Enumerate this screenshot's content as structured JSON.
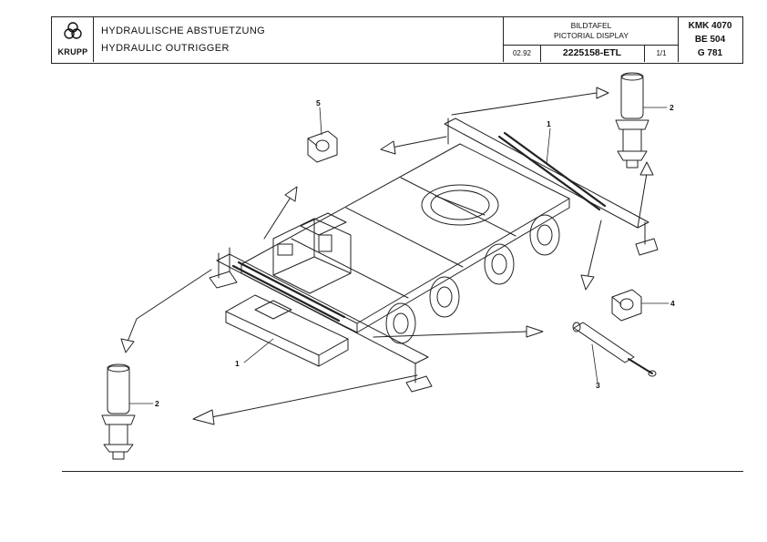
{
  "header": {
    "brand": "KRUPP",
    "title_de": "HYDRAULISCHE ABSTUETZUNG",
    "title_en": "HYDRAULIC OUTRIGGER",
    "display_de": "BILDTAFEL",
    "display_en": "PICTORIAL DISPLAY",
    "date": "02.92",
    "part_number": "2225158-ETL",
    "sheet": "1/1",
    "model": "KMK 4070",
    "be": "BE 504",
    "group": "G 781"
  },
  "callouts": {
    "c1_upper": "1",
    "c1_lower": "1",
    "c2_right": "2",
    "c2_left": "2",
    "c3": "3",
    "c4": "4",
    "c5": "5"
  }
}
